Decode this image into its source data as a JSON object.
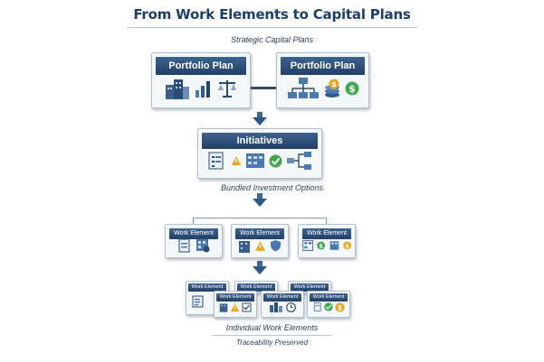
{
  "title": "From Work Elements to Capital Plans",
  "captions": {
    "strategic": "Strategic Capital Plans",
    "bundled": "Bundled Investment Options",
    "individual": "Individual Work Elements",
    "traceability": "Traceability Preserved"
  },
  "portfolio_plans": [
    {
      "label": "Portfolio Plan",
      "icons": [
        "buildings-icon",
        "bar-chart-icon",
        "scales-icon"
      ]
    },
    {
      "label": "Portfolio Plan",
      "icons": [
        "org-chart-icon",
        "coins-icon",
        "dollar-icon"
      ]
    }
  ],
  "initiatives": {
    "label": "Initiatives",
    "icons": [
      "checklist-icon",
      "warning-icon",
      "grid-icon",
      "check-shield-icon",
      "flow-icon"
    ]
  },
  "work_elements_level1": [
    {
      "label": "Work Element",
      "icons": [
        "document-icon",
        "checklist-icon"
      ]
    },
    {
      "label": "Work Element",
      "icons": [
        "warning-icon",
        "shield-icon"
      ]
    },
    {
      "label": "Work Element",
      "icons": [
        "grid-icon",
        "dollar-icon"
      ]
    }
  ],
  "work_elements_level2": [
    {
      "label": "Work Element"
    },
    {
      "label": "Work Element"
    },
    {
      "label": "Work Element"
    },
    {
      "label": "Work Element"
    },
    {
      "label": "Work Element"
    },
    {
      "label": "Work Element"
    }
  ],
  "colors": {
    "header": "#2e5585",
    "arrow": "#3f6694",
    "warning": "#f2a21a",
    "check": "#3ea84a",
    "money": "#e8a81c"
  }
}
